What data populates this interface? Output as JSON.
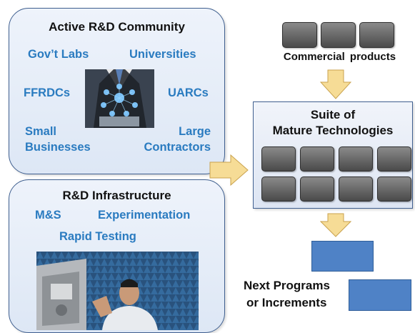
{
  "community": {
    "title": "Active R&D Community",
    "items": [
      "Gov’t Labs",
      "Universities",
      "FFRDCs",
      "UARCs",
      "Small Businesses",
      "Large Contractors"
    ]
  },
  "infrastructure": {
    "title": "R&D Infrastructure",
    "items": [
      "M&S",
      "Experimentation",
      "Rapid Testing"
    ]
  },
  "commercial_label": "Commercial products",
  "suite": {
    "title_line1": "Suite of",
    "title_line2": "Mature Technologies"
  },
  "next_label_line1": "Next Programs",
  "next_label_line2": "or Increments",
  "colors": {
    "term_blue": "#2a7bc0",
    "panel_border": "#3f5f8f",
    "arrow_fill": "#f6dc96",
    "box_blue": "#4f82c6",
    "tech_gray": "#5a5a5a"
  }
}
